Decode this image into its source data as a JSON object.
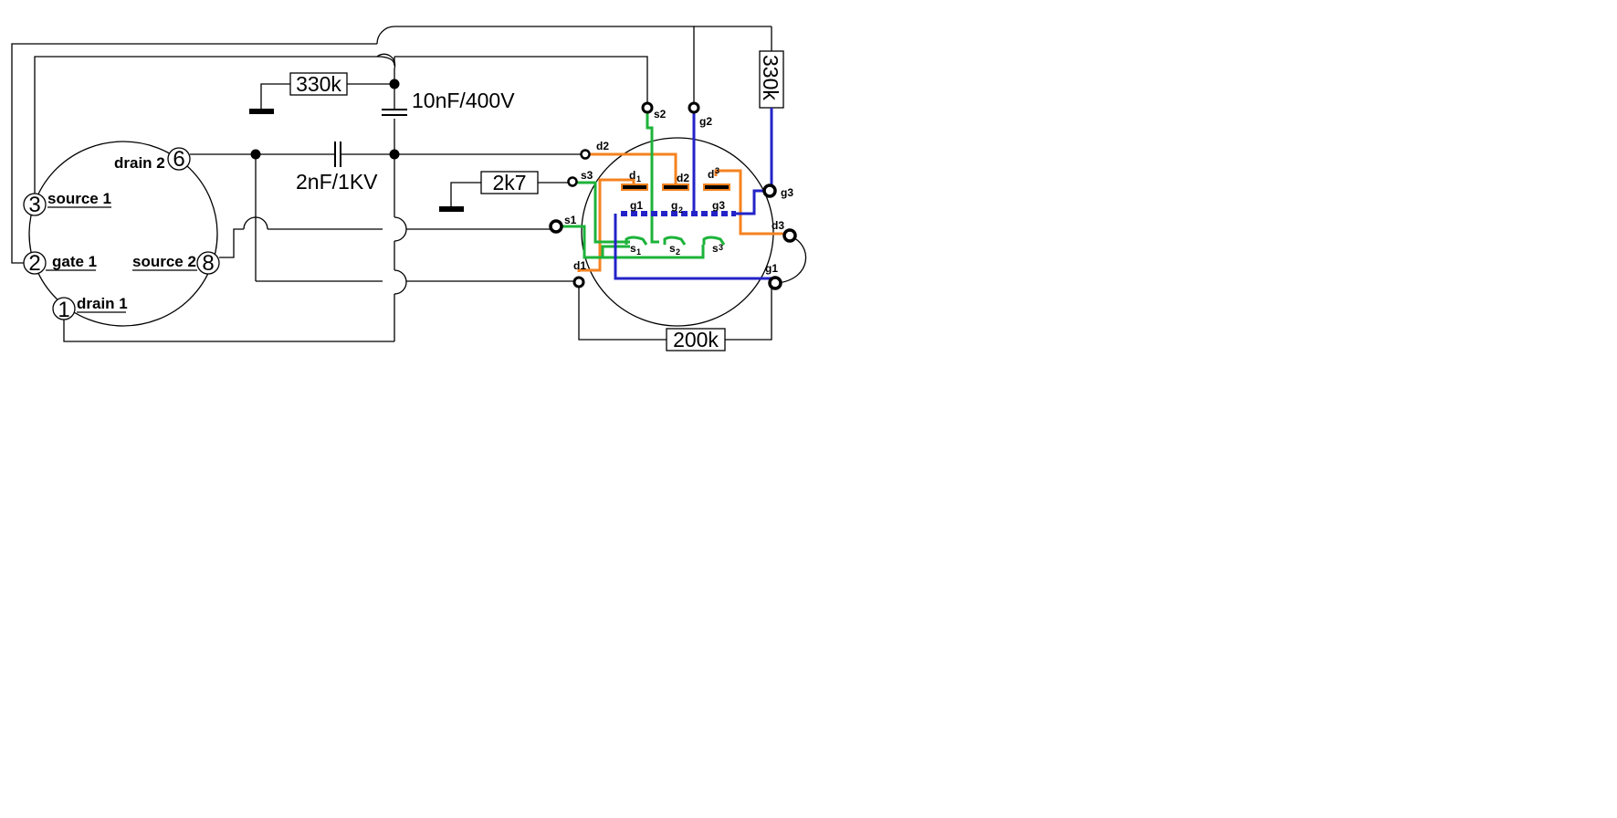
{
  "colors": {
    "drain_wire": "#f5821f",
    "source_wire": "#1db33a",
    "gate_wire": "#2323c8",
    "wire": "#000000"
  },
  "left_socket": {
    "pins": [
      {
        "num": "6",
        "label": "drain 2"
      },
      {
        "num": "3",
        "label": "source 1"
      },
      {
        "num": "2",
        "label": "gate 1"
      },
      {
        "num": "8",
        "label": "source 2"
      },
      {
        "num": "1",
        "label": "drain 1"
      }
    ]
  },
  "components": {
    "r_top": "330k",
    "c_top": "10nF/400V",
    "c_mid": "2nF/1KV",
    "r_mid": "2k7",
    "r_right": "330k",
    "r_bottom": "200k"
  },
  "right_socket": {
    "pins": {
      "s2": "s2",
      "g2": "g2",
      "d2": "d2",
      "s3": "s3",
      "g3": "g3",
      "s1": "s1",
      "d3": "d3",
      "d1": "d1",
      "g1": "g1"
    },
    "inner": {
      "d1": "d",
      "d1_sub": "1",
      "d2": "d2",
      "d3": "d",
      "d3_sub": "3",
      "g1": "g1",
      "g2": "g",
      "g2_sub": "2",
      "g3": "g3",
      "s1": "s",
      "s1_sub": "1",
      "s2": "s",
      "s2_sub": "2",
      "s3": "s",
      "s3_sub": "3"
    }
  }
}
